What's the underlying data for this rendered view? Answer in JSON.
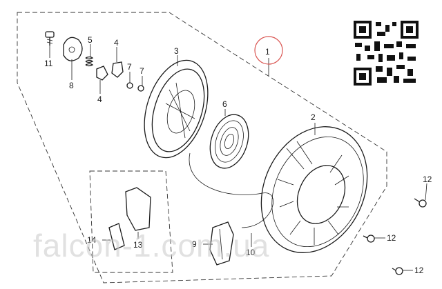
{
  "diagram": {
    "callouts": [
      {
        "id": "1",
        "text": "1"
      },
      {
        "id": "2",
        "text": "2"
      },
      {
        "id": "3",
        "text": "3"
      },
      {
        "id": "4a",
        "text": "4"
      },
      {
        "id": "4b",
        "text": "4"
      },
      {
        "id": "5",
        "text": "5"
      },
      {
        "id": "6",
        "text": "6"
      },
      {
        "id": "7a",
        "text": "7"
      },
      {
        "id": "7b",
        "text": "7"
      },
      {
        "id": "8",
        "text": "8"
      },
      {
        "id": "9",
        "text": "9"
      },
      {
        "id": "10",
        "text": "10"
      },
      {
        "id": "11",
        "text": "11"
      },
      {
        "id": "12a",
        "text": "12"
      },
      {
        "id": "12b",
        "text": "12"
      },
      {
        "id": "12c",
        "text": "12"
      },
      {
        "id": "13",
        "text": "13"
      },
      {
        "id": "14",
        "text": "14"
      }
    ],
    "highlight_color": "#d9534f"
  },
  "watermark": {
    "text": "falcon-1.com.ua"
  },
  "qr": {
    "label": "qr-code"
  }
}
